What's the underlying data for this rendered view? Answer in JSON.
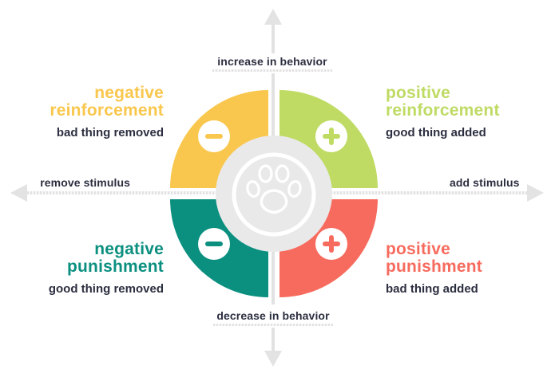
{
  "colors": {
    "yellow": "#F9C74D",
    "green": "#BFDB64",
    "teal": "#0B9080",
    "coral": "#F76B5E",
    "center_gray": "#E9E9E9",
    "line_gray": "#E2E2E2",
    "arrow_gray": "#E3E3E3",
    "dark": "#2B2E3F"
  },
  "axes": {
    "top": "increase in behavior",
    "bottom": "decrease in behavior",
    "left": "remove stimulus",
    "right": "add stimulus"
  },
  "quadrants": {
    "top_left": {
      "title": "negative reinforcement",
      "subtitle": "bad thing removed",
      "symbol": "minus"
    },
    "top_right": {
      "title": "positive reinforcement",
      "subtitle": "good thing added",
      "symbol": "plus"
    },
    "bottom_left": {
      "title": "negative punishment",
      "subtitle": "good thing removed",
      "symbol": "minus"
    },
    "bottom_right": {
      "title": "positive punishment",
      "subtitle": "bad thing added",
      "symbol": "plus"
    }
  },
  "center": {
    "icon": "paw-print"
  }
}
